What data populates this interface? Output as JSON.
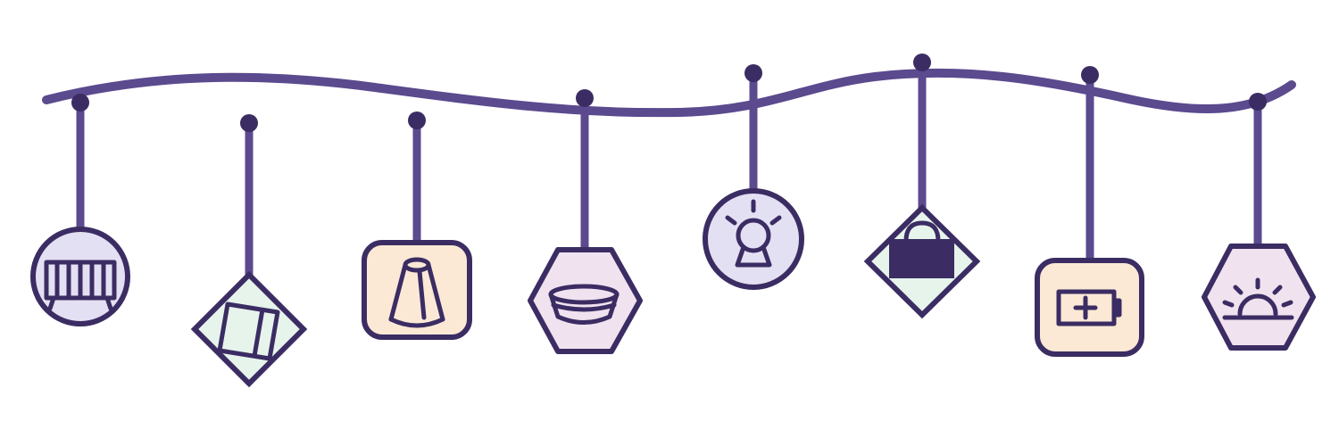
{
  "colors": {
    "line": "#5b4a8e",
    "outline": "#3b2d63",
    "fill_lavender": "#e4e0f3",
    "fill_mint": "#e6f4ec",
    "fill_peach": "#fbe9d6",
    "fill_pink": "#f1e2ef"
  },
  "ornaments": [
    {
      "frame": "circle",
      "icon": "crib-icon",
      "fill": "lavender"
    },
    {
      "frame": "diamond",
      "icon": "picture-frame-icon",
      "fill": "mint"
    },
    {
      "frame": "rounded-square",
      "icon": "traffic-cone-icon",
      "fill": "peach"
    },
    {
      "frame": "hexagon",
      "icon": "bowl-icon",
      "fill": "pink"
    },
    {
      "frame": "circle",
      "icon": "crystal-ball-icon",
      "fill": "lavender"
    },
    {
      "frame": "diamond",
      "icon": "handbag-icon",
      "fill": "mint"
    },
    {
      "frame": "rounded-square",
      "icon": "battery-charging-icon",
      "fill": "peach"
    },
    {
      "frame": "hexagon",
      "icon": "sunrise-icon",
      "fill": "pink"
    }
  ]
}
